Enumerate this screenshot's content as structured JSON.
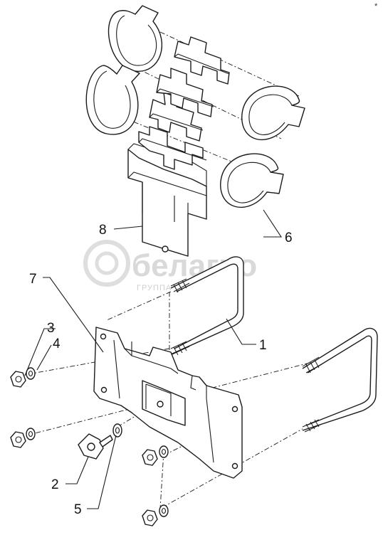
{
  "watermark": {
    "brand": "белагро",
    "subtitle": "ГРУППА КОМПАНИЙ"
  },
  "callouts": [
    {
      "id": "callout-1",
      "text": "1"
    },
    {
      "id": "callout-2",
      "text": "2"
    },
    {
      "id": "callout-3",
      "text": "3"
    },
    {
      "id": "callout-4",
      "text": "4"
    },
    {
      "id": "callout-5",
      "text": "5"
    },
    {
      "id": "callout-6",
      "text": "6"
    },
    {
      "id": "callout-7",
      "text": "7"
    },
    {
      "id": "callout-8",
      "text": "8"
    }
  ],
  "corner_mark": "*"
}
